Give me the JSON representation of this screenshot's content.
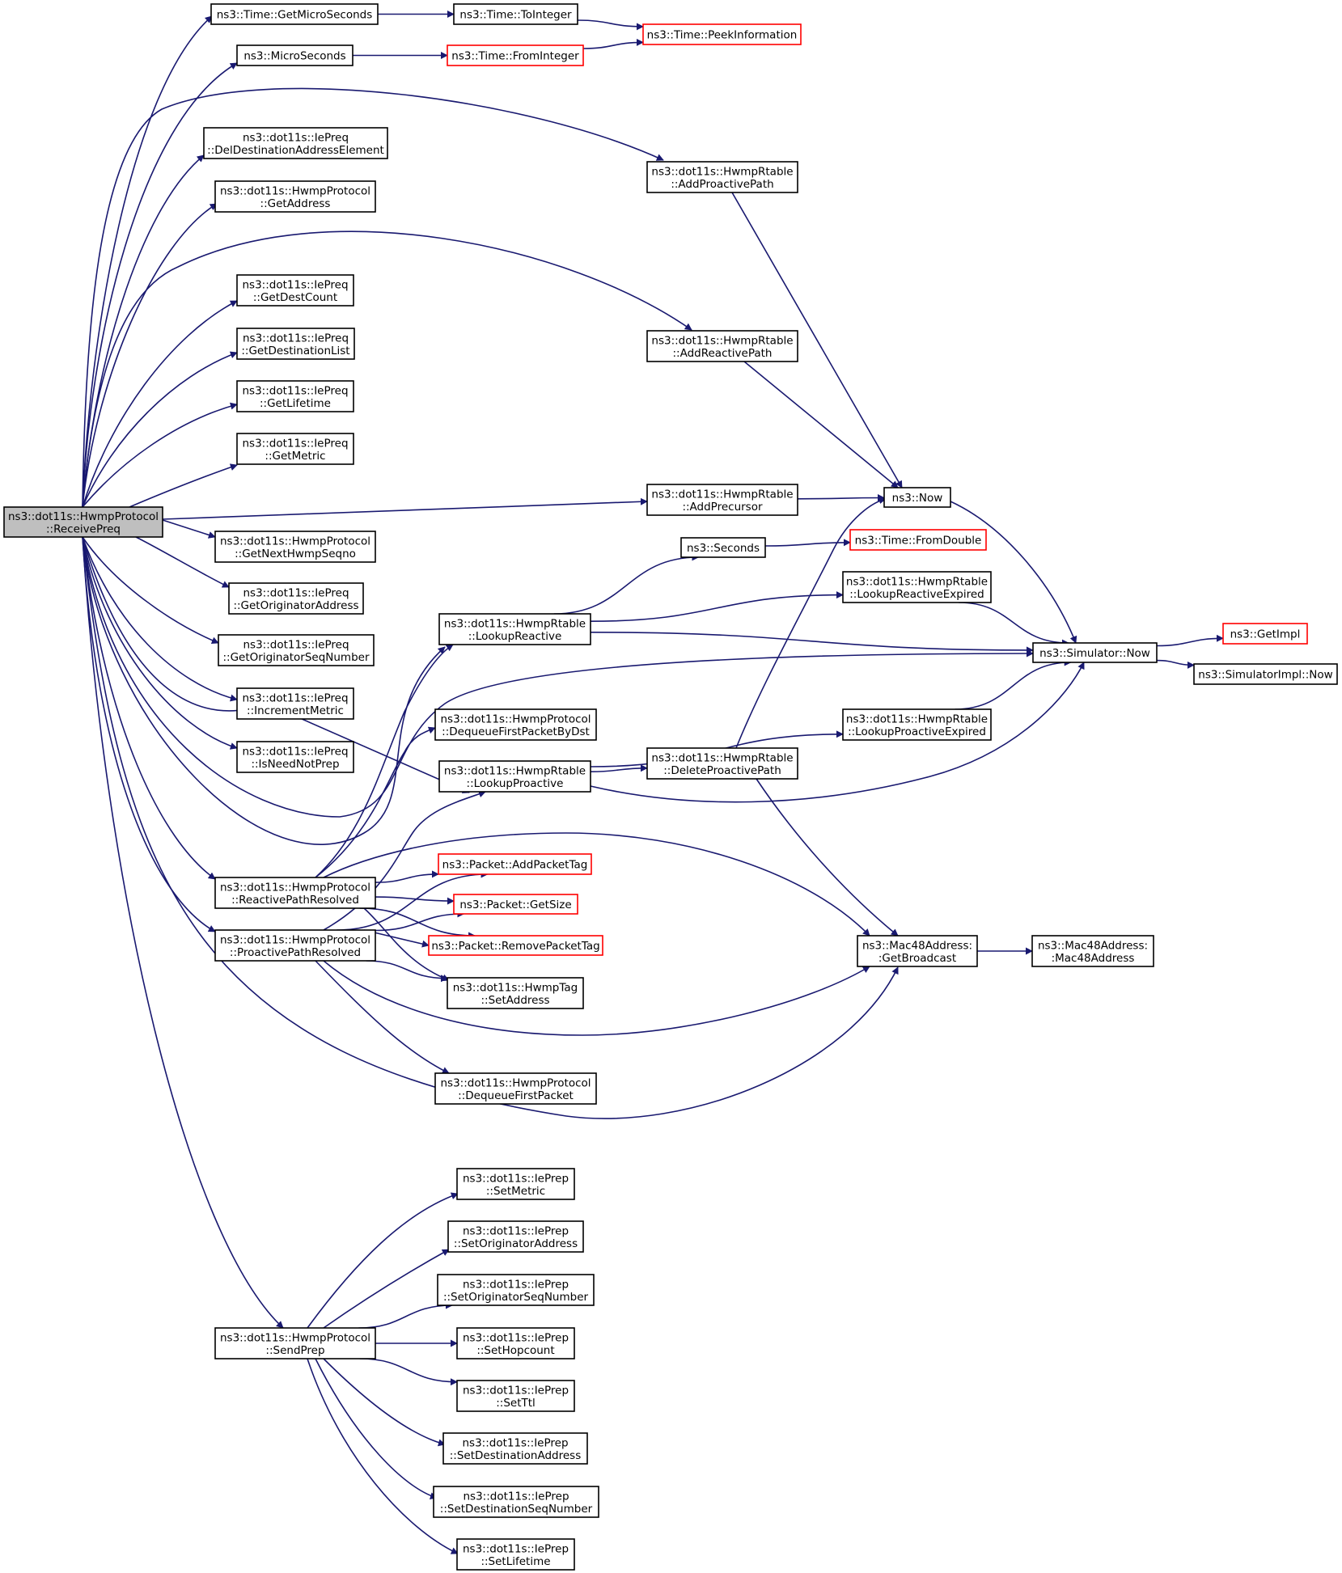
{
  "colors": {
    "edge": "#191970",
    "root_fill": "#bfbfbf",
    "node_fill": "#ffffff",
    "node_border": "#000000",
    "external_border": "#ff0000"
  },
  "nodes": [
    {
      "id": "root",
      "lines": [
        "ns3::dot11s::HwmpProtocol",
        "::ReceivePreq"
      ],
      "root": true
    },
    {
      "id": "getmicroseconds",
      "lines": [
        "ns3::Time::GetMicroSeconds"
      ]
    },
    {
      "id": "tointeger",
      "lines": [
        "ns3::Time::ToInteger"
      ]
    },
    {
      "id": "peekinformation",
      "lines": [
        "ns3::Time::PeekInformation"
      ],
      "external": true
    },
    {
      "id": "microseconds",
      "lines": [
        "ns3::MicroSeconds"
      ]
    },
    {
      "id": "frominteger",
      "lines": [
        "ns3::Time::FromInteger"
      ],
      "external": true
    },
    {
      "id": "deldest",
      "lines": [
        "ns3::dot11s::IePreq",
        "::DelDestinationAddressElement"
      ]
    },
    {
      "id": "addproactivepath",
      "lines": [
        "ns3::dot11s::HwmpRtable",
        "::AddProactivePath"
      ]
    },
    {
      "id": "getaddress",
      "lines": [
        "ns3::dot11s::HwmpProtocol",
        "::GetAddress"
      ]
    },
    {
      "id": "getdestcount",
      "lines": [
        "ns3::dot11s::IePreq",
        "::GetDestCount"
      ]
    },
    {
      "id": "addreactivepath",
      "lines": [
        "ns3::dot11s::HwmpRtable",
        "::AddReactivePath"
      ]
    },
    {
      "id": "getdestinationlist",
      "lines": [
        "ns3::dot11s::IePreq",
        "::GetDestinationList"
      ]
    },
    {
      "id": "getlifetime",
      "lines": [
        "ns3::dot11s::IePreq",
        "::GetLifetime"
      ]
    },
    {
      "id": "getmetric",
      "lines": [
        "ns3::dot11s::IePreq",
        "::GetMetric"
      ]
    },
    {
      "id": "addprecursor",
      "lines": [
        "ns3::dot11s::HwmpRtable",
        "::AddPrecursor"
      ]
    },
    {
      "id": "ns3now",
      "lines": [
        "ns3::Now"
      ]
    },
    {
      "id": "getnexthwmpseqno",
      "lines": [
        "ns3::dot11s::HwmpProtocol",
        "::GetNextHwmpSeqno"
      ]
    },
    {
      "id": "seconds",
      "lines": [
        "ns3::Seconds"
      ]
    },
    {
      "id": "fromdouble",
      "lines": [
        "ns3::Time::FromDouble"
      ],
      "external": true
    },
    {
      "id": "getoriginatoraddress",
      "lines": [
        "ns3::dot11s::IePreq",
        "::GetOriginatorAddress"
      ]
    },
    {
      "id": "lookupreactiveexpired",
      "lines": [
        "ns3::dot11s::HwmpRtable",
        "::LookupReactiveExpired"
      ]
    },
    {
      "id": "lookupreactive",
      "lines": [
        "ns3::dot11s::HwmpRtable",
        "::LookupReactive"
      ]
    },
    {
      "id": "getoriginatorseqnumber",
      "lines": [
        "ns3::dot11s::IePreq",
        "::GetOriginatorSeqNumber"
      ]
    },
    {
      "id": "getimpl",
      "lines": [
        "ns3::GetImpl"
      ],
      "external": true
    },
    {
      "id": "simulatornow",
      "lines": [
        "ns3::Simulator::Now"
      ]
    },
    {
      "id": "simulatorimplnow",
      "lines": [
        "ns3::SimulatorImpl::Now"
      ]
    },
    {
      "id": "incrementmetric",
      "lines": [
        "ns3::dot11s::IePreq",
        "::IncrementMetric"
      ]
    },
    {
      "id": "dequeuefirstpacketbydst",
      "lines": [
        "ns3::dot11s::HwmpProtocol",
        "::DequeueFirstPacketByDst"
      ]
    },
    {
      "id": "lookupproactiveexpired",
      "lines": [
        "ns3::dot11s::HwmpRtable",
        "::LookupProactiveExpired"
      ]
    },
    {
      "id": "isneednotprep",
      "lines": [
        "ns3::dot11s::IePreq",
        "::IsNeedNotPrep"
      ]
    },
    {
      "id": "deleteproactivepath",
      "lines": [
        "ns3::dot11s::HwmpRtable",
        "::DeleteProactivePath"
      ]
    },
    {
      "id": "lookupproactive",
      "lines": [
        "ns3::dot11s::HwmpRtable",
        "::LookupProactive"
      ]
    },
    {
      "id": "addpackettag",
      "lines": [
        "ns3::Packet::AddPacketTag"
      ],
      "external": true
    },
    {
      "id": "reactivepathresolved",
      "lines": [
        "ns3::dot11s::HwmpProtocol",
        "::ReactivePathResolved"
      ]
    },
    {
      "id": "getsize",
      "lines": [
        "ns3::Packet::GetSize"
      ],
      "external": true
    },
    {
      "id": "getbroadcast",
      "lines": [
        "ns3::Mac48Address:",
        ":GetBroadcast"
      ]
    },
    {
      "id": "mac48address",
      "lines": [
        "ns3::Mac48Address:",
        ":Mac48Address"
      ]
    },
    {
      "id": "proactivepathresolved",
      "lines": [
        "ns3::dot11s::HwmpProtocol",
        "::ProactivePathResolved"
      ]
    },
    {
      "id": "removepackettag",
      "lines": [
        "ns3::Packet::RemovePacketTag"
      ],
      "external": true
    },
    {
      "id": "settagaddress",
      "lines": [
        "ns3::dot11s::HwmpTag",
        "::SetAddress"
      ]
    },
    {
      "id": "dequeuefirstpacket",
      "lines": [
        "ns3::dot11s::HwmpProtocol",
        "::DequeueFirstPacket"
      ]
    },
    {
      "id": "setmetric",
      "lines": [
        "ns3::dot11s::IePrep",
        "::SetMetric"
      ]
    },
    {
      "id": "setoriginatoraddress",
      "lines": [
        "ns3::dot11s::IePrep",
        "::SetOriginatorAddress"
      ]
    },
    {
      "id": "setoriginatorseqnumber",
      "lines": [
        "ns3::dot11s::IePrep",
        "::SetOriginatorSeqNumber"
      ]
    },
    {
      "id": "sendprep",
      "lines": [
        "ns3::dot11s::HwmpProtocol",
        "::SendPrep"
      ]
    },
    {
      "id": "sethopcount",
      "lines": [
        "ns3::dot11s::IePrep",
        "::SetHopcount"
      ]
    },
    {
      "id": "setttl",
      "lines": [
        "ns3::dot11s::IePrep",
        "::SetTtl"
      ]
    },
    {
      "id": "setdestinationaddress",
      "lines": [
        "ns3::dot11s::IePrep",
        "::SetDestinationAddress"
      ]
    },
    {
      "id": "setdestinationseqnumber",
      "lines": [
        "ns3::dot11s::IePrep",
        "::SetDestinationSeqNumber"
      ]
    },
    {
      "id": "setlifetime",
      "lines": [
        "ns3::dot11s::IePrep",
        "::SetLifetime"
      ]
    }
  ],
  "edges": [
    {
      "from": "root",
      "to": "getmicroseconds"
    },
    {
      "from": "root",
      "to": "microseconds"
    },
    {
      "from": "root",
      "to": "addproactivepath"
    },
    {
      "from": "root",
      "to": "deldest"
    },
    {
      "from": "root",
      "to": "getaddress"
    },
    {
      "from": "root",
      "to": "addreactivepath"
    },
    {
      "from": "root",
      "to": "getdestcount"
    },
    {
      "from": "root",
      "to": "getdestinationlist"
    },
    {
      "from": "root",
      "to": "getlifetime"
    },
    {
      "from": "root",
      "to": "getmetric"
    },
    {
      "from": "root",
      "to": "addprecursor"
    },
    {
      "from": "root",
      "to": "getnexthwmpseqno"
    },
    {
      "from": "root",
      "to": "getoriginatoraddress"
    },
    {
      "from": "root",
      "to": "getoriginatorseqnumber"
    },
    {
      "from": "root",
      "to": "incrementmetric"
    },
    {
      "from": "root",
      "to": "isneednotprep"
    },
    {
      "from": "root",
      "to": "simulatornow"
    },
    {
      "from": "root",
      "to": "lookupreactive"
    },
    {
      "from": "root",
      "to": "lookupproactive"
    },
    {
      "from": "root",
      "to": "reactivepathresolved"
    },
    {
      "from": "root",
      "to": "proactivepathresolved"
    },
    {
      "from": "root",
      "to": "getbroadcast"
    },
    {
      "from": "root",
      "to": "sendprep"
    },
    {
      "from": "getmicroseconds",
      "to": "tointeger"
    },
    {
      "from": "tointeger",
      "to": "peekinformation"
    },
    {
      "from": "microseconds",
      "to": "frominteger"
    },
    {
      "from": "frominteger",
      "to": "peekinformation"
    },
    {
      "from": "addproactivepath",
      "to": "ns3now"
    },
    {
      "from": "addreactivepath",
      "to": "ns3now"
    },
    {
      "from": "addprecursor",
      "to": "ns3now"
    },
    {
      "from": "ns3now",
      "to": "simulatornow"
    },
    {
      "from": "seconds",
      "to": "fromdouble"
    },
    {
      "from": "lookupreactive",
      "to": "seconds"
    },
    {
      "from": "lookupreactive",
      "to": "lookupreactiveexpired"
    },
    {
      "from": "lookupreactive",
      "to": "simulatornow"
    },
    {
      "from": "lookupreactiveexpired",
      "to": "simulatornow"
    },
    {
      "from": "simulatornow",
      "to": "getimpl"
    },
    {
      "from": "simulatornow",
      "to": "simulatorimplnow"
    },
    {
      "from": "lookupproactive",
      "to": "lookupproactiveexpired"
    },
    {
      "from": "lookupproactive",
      "to": "deleteproactivepath"
    },
    {
      "from": "lookupproactive",
      "to": "simulatornow"
    },
    {
      "from": "lookupproactiveexpired",
      "to": "simulatornow"
    },
    {
      "from": "deleteproactivepath",
      "to": "ns3now"
    },
    {
      "from": "deleteproactivepath",
      "to": "getbroadcast"
    },
    {
      "from": "getbroadcast",
      "to": "mac48address"
    },
    {
      "from": "reactivepathresolved",
      "to": "lookupreactive"
    },
    {
      "from": "reactivepathresolved",
      "to": "dequeuefirstpacketbydst"
    },
    {
      "from": "reactivepathresolved",
      "to": "addpackettag"
    },
    {
      "from": "reactivepathresolved",
      "to": "getsize"
    },
    {
      "from": "reactivepathresolved",
      "to": "removepackettag"
    },
    {
      "from": "reactivepathresolved",
      "to": "settagaddress"
    },
    {
      "from": "reactivepathresolved",
      "to": "getbroadcast"
    },
    {
      "from": "proactivepathresolved",
      "to": "lookupproactive"
    },
    {
      "from": "proactivepathresolved",
      "to": "addpackettag"
    },
    {
      "from": "proactivepathresolved",
      "to": "getsize"
    },
    {
      "from": "proactivepathresolved",
      "to": "removepackettag"
    },
    {
      "from": "proactivepathresolved",
      "to": "settagaddress"
    },
    {
      "from": "proactivepathresolved",
      "to": "getbroadcast"
    },
    {
      "from": "proactivepathresolved",
      "to": "dequeuefirstpacket"
    },
    {
      "from": "sendprep",
      "to": "setmetric"
    },
    {
      "from": "sendprep",
      "to": "setoriginatoraddress"
    },
    {
      "from": "sendprep",
      "to": "setoriginatorseqnumber"
    },
    {
      "from": "sendprep",
      "to": "sethopcount"
    },
    {
      "from": "sendprep",
      "to": "setttl"
    },
    {
      "from": "sendprep",
      "to": "setdestinationaddress"
    },
    {
      "from": "sendprep",
      "to": "setdestinationseqnumber"
    },
    {
      "from": "sendprep",
      "to": "setlifetime"
    }
  ]
}
